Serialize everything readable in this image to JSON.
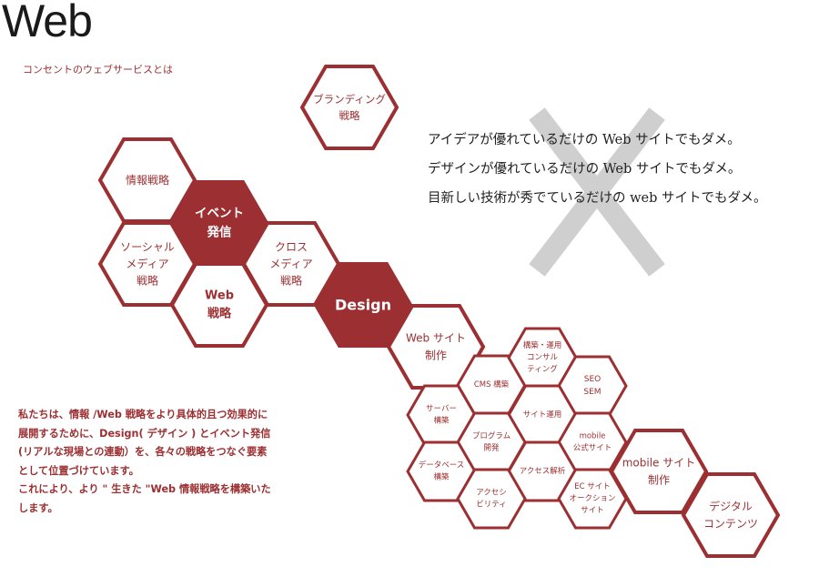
{
  "header": {
    "title": "Web",
    "subtitle": "コンセントのウェブサービスとは"
  },
  "statements": [
    "アイデアが優れているだけの Web サイトでもダメ。",
    "デザインが優れているだけの Web サイトでもダメ。",
    "目新しい技術が秀でているだけの web サイトでもダメ。"
  ],
  "description": [
    "私たちは、情報 /Web 戦略をより具体的且つ効果的に",
    "展開するために、Design( デザイン ) とイベント発信",
    "(リアルな現場との連動）を、各々の戦略をつなぐ要素",
    "として位置づけています。",
    "これにより、より \" 生きた \"Web 情報戦略を構築いた",
    "します。"
  ],
  "colors": {
    "accent": "#9c2f31",
    "cross": "#cfcfcf",
    "text": "#222222"
  },
  "nodes": [
    {
      "id": "branding",
      "lines": [
        "ブランディング",
        "戦略"
      ],
      "filled": false
    },
    {
      "id": "info-strategy",
      "lines": [
        "情報戦略"
      ],
      "filled": false
    },
    {
      "id": "event",
      "lines": [
        "イベント",
        "発信"
      ],
      "filled": true
    },
    {
      "id": "social",
      "lines": [
        "ソーシャル",
        "メディア",
        "戦略"
      ],
      "filled": false
    },
    {
      "id": "cross-media",
      "lines": [
        "クロス",
        "メディア",
        "戦略"
      ],
      "filled": false
    },
    {
      "id": "web-strategy",
      "lines": [
        "Web",
        "戦略"
      ],
      "filled": false
    },
    {
      "id": "design",
      "lines": [
        "Design"
      ],
      "filled": true
    },
    {
      "id": "web-site",
      "lines": [
        "Web サイト",
        "制作"
      ],
      "filled": false
    },
    {
      "id": "cms",
      "lines": [
        "CMS 構築"
      ],
      "filled": false
    },
    {
      "id": "consulting",
      "lines": [
        "構築・運用",
        "コンサル",
        "ティング"
      ],
      "filled": false
    },
    {
      "id": "seo",
      "lines": [
        "SEO",
        "SEM"
      ],
      "filled": false
    },
    {
      "id": "server",
      "lines": [
        "サーバー",
        "構築"
      ],
      "filled": false
    },
    {
      "id": "site-ops",
      "lines": [
        "サイト運用"
      ],
      "filled": false
    },
    {
      "id": "program",
      "lines": [
        "プログラム",
        "開発"
      ],
      "filled": false
    },
    {
      "id": "mobile-site-small",
      "lines": [
        "mobile",
        "公式サイト"
      ],
      "filled": false
    },
    {
      "id": "database",
      "lines": [
        "データベース",
        "構築"
      ],
      "filled": false
    },
    {
      "id": "analytics",
      "lines": [
        "アクセス解析"
      ],
      "filled": false
    },
    {
      "id": "mobile-site",
      "lines": [
        "mobile サイト",
        "制作"
      ],
      "filled": false
    },
    {
      "id": "accessibility",
      "lines": [
        "アクセシ",
        "ビリティ"
      ],
      "filled": false
    },
    {
      "id": "ec-site",
      "lines": [
        "EC サイト",
        "オークション",
        "サイト"
      ],
      "filled": false
    },
    {
      "id": "digital-content",
      "lines": [
        "デジタル",
        "コンテンツ"
      ],
      "filled": false
    }
  ]
}
